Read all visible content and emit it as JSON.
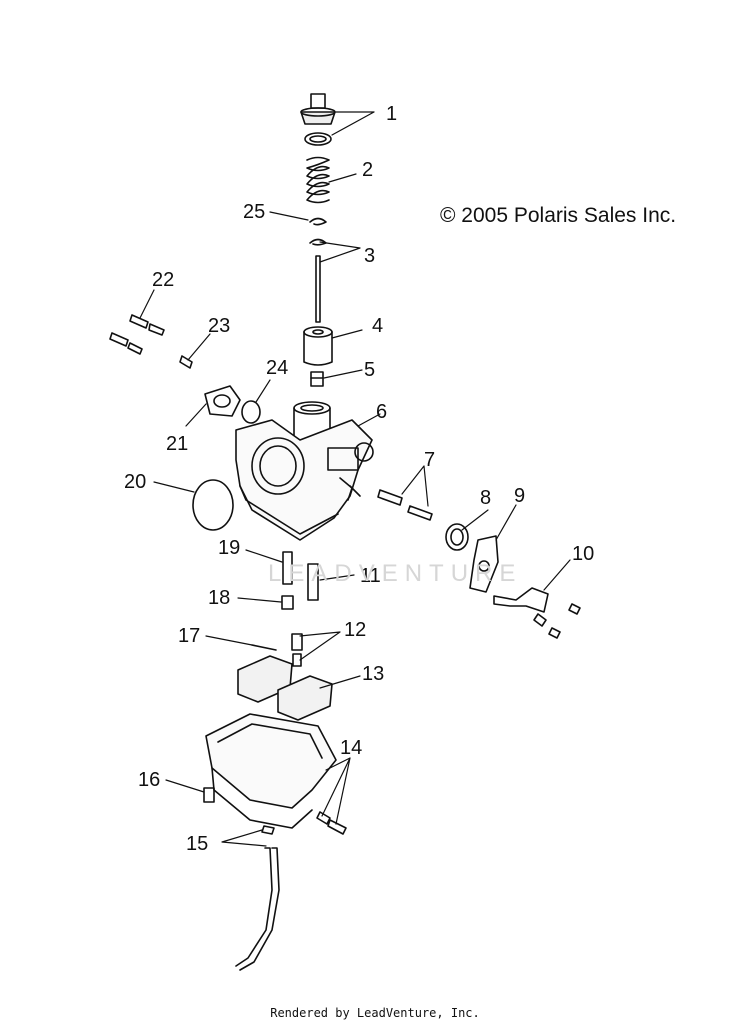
{
  "copyright": "© 2005 Polaris Sales Inc.",
  "footer": "Rendered by LeadVenture, Inc.",
  "watermark": "LEADVENTURE",
  "callouts": [
    "1",
    "2",
    "25",
    "3",
    "22",
    "4",
    "23",
    "5",
    "24",
    "6",
    "21",
    "7",
    "20",
    "8",
    "9",
    "10",
    "19",
    "11",
    "18",
    "17",
    "12",
    "13",
    "14",
    "16",
    "15"
  ]
}
